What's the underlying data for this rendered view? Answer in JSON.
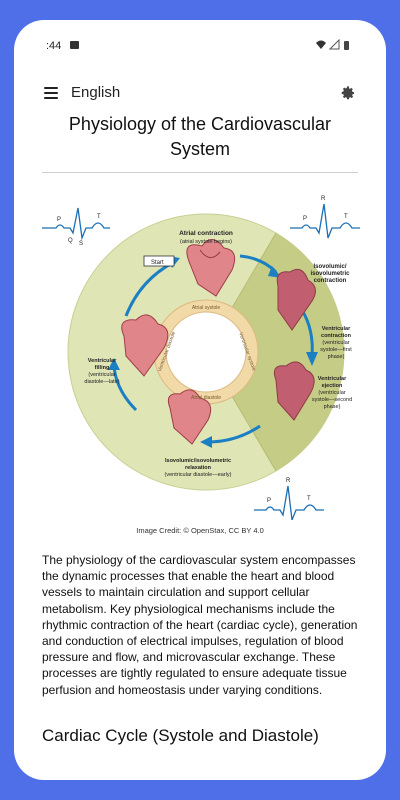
{
  "status_bar": {
    "time": ":44",
    "icons": [
      "image-icon",
      "wifi-icon",
      "signal-icon",
      "battery-icon"
    ]
  },
  "app_bar": {
    "menu_icon": "menu-icon",
    "title": "English",
    "settings_icon": "gear-icon"
  },
  "article": {
    "title": "Physiology of the Cardiovascular System",
    "figure": {
      "labels": {
        "start": "Start",
        "atrial_contraction": "Atrial contraction",
        "atrial_contraction_sub": "(atrial systole begins)",
        "isovolumic_contraction": [
          "Isovolumic/",
          "isovolumetric",
          "contraction"
        ],
        "ventricular_contraction": [
          "Ventricular",
          "contraction",
          "(ventricular",
          "systole—first",
          "phase)"
        ],
        "ventricular_ejection": [
          "Ventricular",
          "ejection",
          "(ventricular",
          "systole—second",
          "phase)"
        ],
        "isovolumic_relaxation": [
          "Isovolumic/isovolumetric",
          "relaxation",
          "(ventricular diastole—early)"
        ],
        "ventricular_filling": [
          "Ventricular",
          "filling",
          "(ventricular",
          "diastole—late)"
        ],
        "atrial_systole": "Atrial systole",
        "atrial_diastole": "Atrial diastole",
        "ventricular_diastole": "Ventricular diastole",
        "ventricular_systole": "Ventricular systole",
        "ecg_p": "P",
        "ecg_q": "Q",
        "ecg_r": "R",
        "ecg_s": "S",
        "ecg_t": "T"
      }
    },
    "image_credit": "Image Credit: © OpenStax, CC BY 4.0",
    "body": "The physiology of the cardiovascular system encompasses the dynamic processes that enable the heart and blood vessels to maintain circulation and support cellular metabolism. Key physiological mechanisms include the rhythmic contraction of the heart (cardiac cycle), generation and conduction of electrical impulses, regulation of blood pressure and flow, and microvascular exchange. These processes are tightly regulated to ensure adequate tissue perfusion and homeostasis under varying conditions.",
    "section_heading": "Cardiac Cycle (Systole and Diastole)"
  },
  "colors": {
    "background": "#4f6fe8",
    "card": "#ffffff",
    "outer_ring": "#dfe5b4",
    "systole_sector": "#c5cc86",
    "arrow": "#1b7fc4",
    "heart": "#e0868a",
    "ecg_line": "#1b6fb5"
  }
}
